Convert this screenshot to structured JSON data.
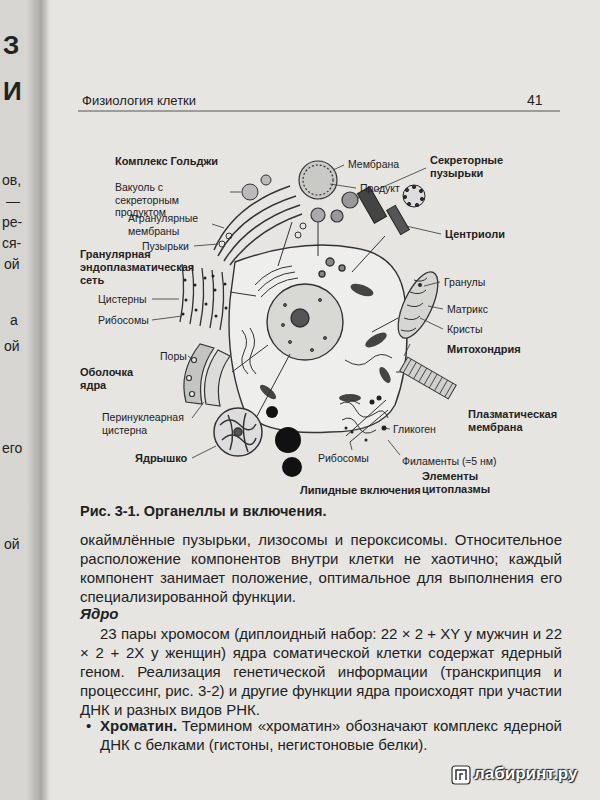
{
  "diagram": {
    "caption": "Рис. 3-1. Органеллы и включения.",
    "labels": [
      "Физиология клетки",
      "41",
      "Мембрана",
      "Секреторные пузырьки",
      "Продукт",
      "Комплекс Гольджи",
      "Вакуоль с секреторным продуктом",
      "Агранулярные мембраны",
      "Пузырьки",
      "Центриоли",
      "Гранулярная эндоплазматическая сеть",
      "Гранулы",
      "Цистерны",
      "Матрикс",
      "Рибосомы",
      "Кристы",
      "Митохондрия",
      "Поры",
      "Оболочка ядра",
      "Перинуклеарная цистерна",
      "Плазматическая мембрана",
      "Гликоген",
      "Ядрышко",
      "Рибосомы",
      "Филаменты (≈5 нм)",
      "Элементы цитоплазмы",
      "Липидные включения",
      "окаймлённые пузырьки, лизосомы и пероксисомы. Относительное расположение компонентов внутри клетки не хаотично; каждый компонент занимает положение, оптимальное для выполнения его специализированной функции.",
      "Ядро",
      "23 пары хромосом (диплоидный набор: 22 × 2 + XY у мужчин и 22 × 2 + 2X у женщин) ядра соматической клетки содержат ядерный геном. Реализация генетической информации (транскрипция и процессинг, рис. 3-2) и другие функции ядра происходят при участии ДНК и разных видов РНК.",
      "•",
      "Хроматин.",
      "Термином «хроматин» обозначают комплекс ядерной ДНК с белками (гистоны, негистоновые белки).",
      "лабиринт.ру",
      "З",
      "И",
      "ов,",
      "—",
      "ре-",
      "ся-",
      "ой",
      "а",
      "ой",
      "его",
      "ой"
    ]
  }
}
